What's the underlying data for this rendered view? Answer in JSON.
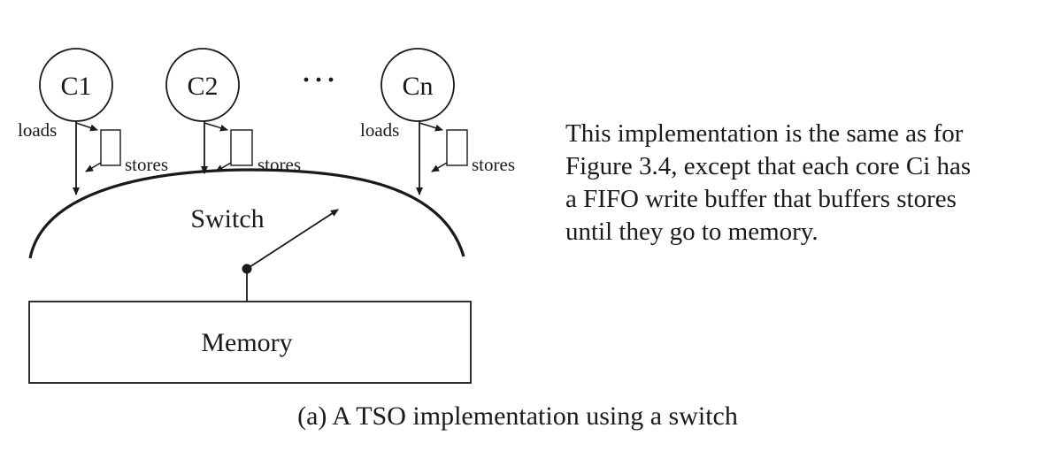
{
  "diagram": {
    "cores": [
      {
        "label": "C1",
        "loads_label": "loads",
        "stores_label": "stores"
      },
      {
        "label": "C2",
        "loads_label": "",
        "stores_label": "stores"
      },
      {
        "label": "Cn",
        "loads_label": "loads",
        "stores_label": "stores"
      }
    ],
    "ellipsis": "···",
    "switch_label": "Switch",
    "memory_label": "Memory"
  },
  "description": {
    "lines": [
      "This implementation is the same as for",
      "Figure 3.4, except that each core Ci has",
      "a FIFO write buffer that buffers stores",
      "until they go to memory."
    ]
  },
  "caption": "(a) A TSO implementation using a switch"
}
